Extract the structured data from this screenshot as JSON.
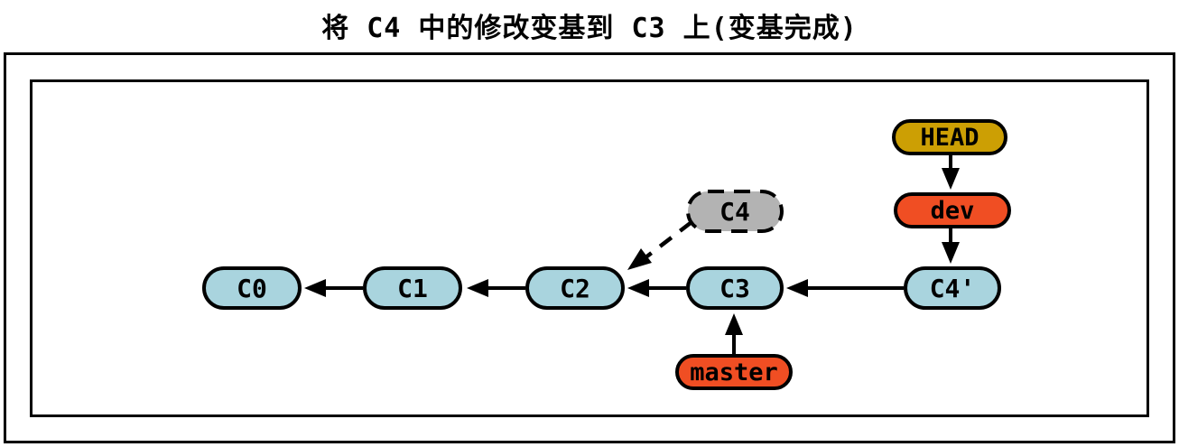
{
  "title": "将 C4 中的修改变基到 C3 上(变基完成)",
  "diagram": {
    "type": "git-commit-graph",
    "description_state": "rebase-complete",
    "nodes": {
      "c0": {
        "label": "C0",
        "kind": "commit"
      },
      "c1": {
        "label": "C1",
        "kind": "commit"
      },
      "c2": {
        "label": "C2",
        "kind": "commit"
      },
      "c3": {
        "label": "C3",
        "kind": "commit"
      },
      "c4_old": {
        "label": "C4",
        "kind": "commit-abandoned"
      },
      "c4_new": {
        "label": "C4'",
        "kind": "commit"
      },
      "head": {
        "label": "HEAD",
        "kind": "head-pointer"
      },
      "dev": {
        "label": "dev",
        "kind": "branch"
      },
      "master": {
        "label": "master",
        "kind": "branch"
      }
    },
    "edges": [
      {
        "from": "C1",
        "to": "C0",
        "style": "solid"
      },
      {
        "from": "C2",
        "to": "C1",
        "style": "solid"
      },
      {
        "from": "C3",
        "to": "C2",
        "style": "solid"
      },
      {
        "from": "C4'",
        "to": "C3",
        "style": "solid"
      },
      {
        "from": "C4",
        "to": "C2",
        "style": "dashed"
      },
      {
        "from": "HEAD",
        "to": "dev",
        "style": "solid"
      },
      {
        "from": "dev",
        "to": "C4'",
        "style": "solid"
      },
      {
        "from": "master",
        "to": "C3",
        "style": "solid"
      }
    ],
    "colors": {
      "commit_fill": "#A9D4DE",
      "abandoned_fill": "#B3B3B3",
      "head_fill": "#CC9F04",
      "branch_fill": "#F04E23",
      "stroke": "#000000",
      "background": "#FFFFFF"
    }
  }
}
